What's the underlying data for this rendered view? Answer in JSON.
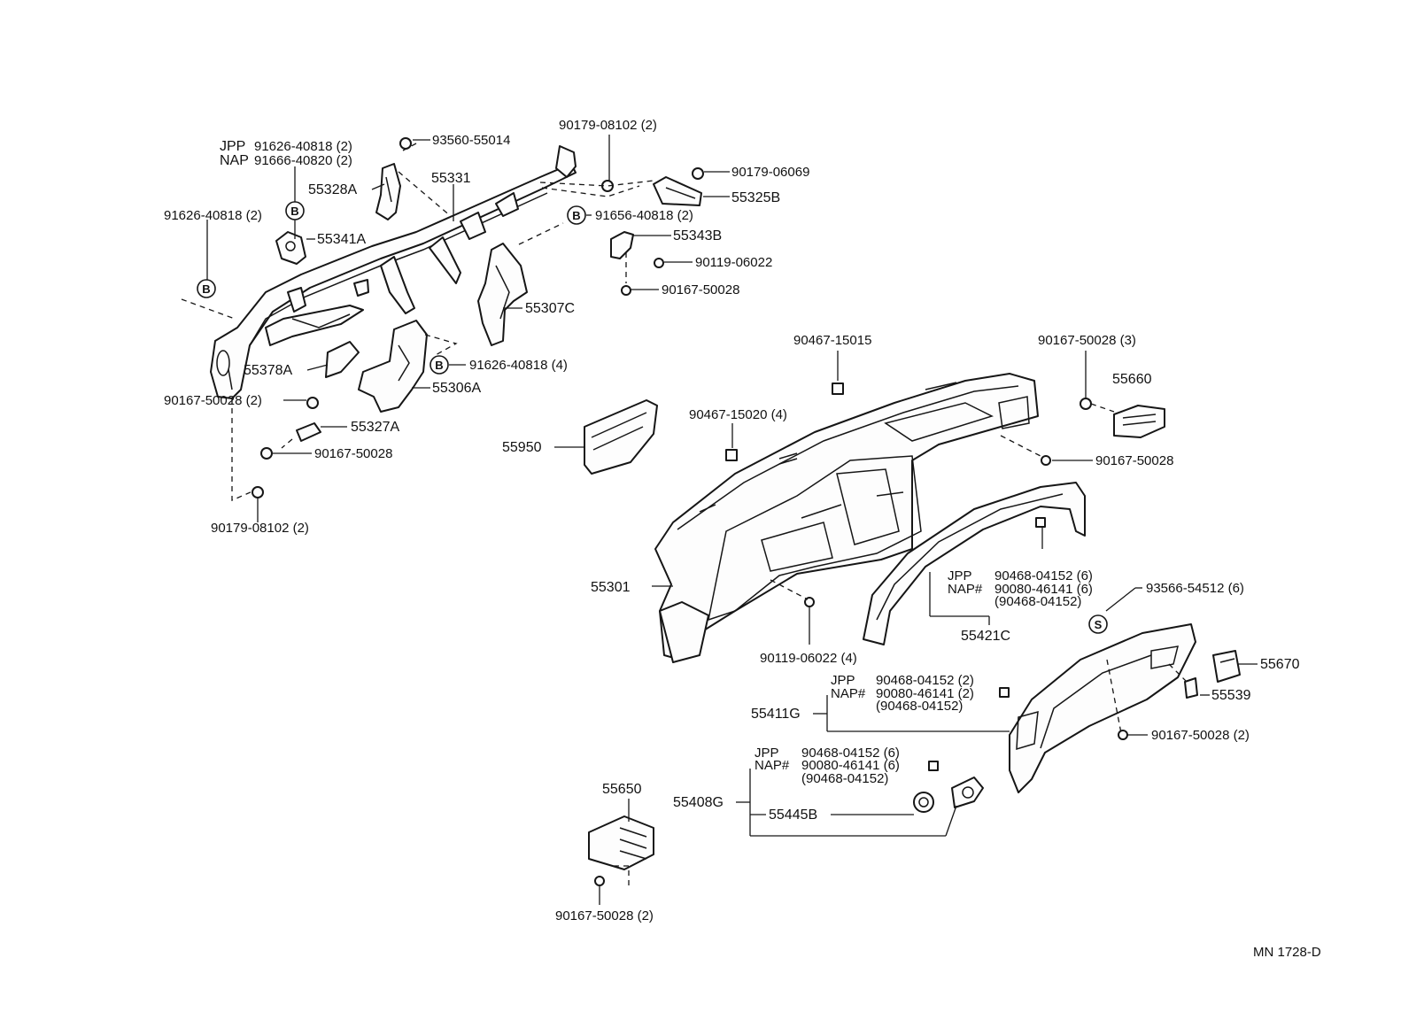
{
  "labels": {
    "p93560_55014": "93560-55014",
    "p90179_08102_top": "90179-08102 (2)",
    "jpp_tag_a": "JPP",
    "jpp_part_a": "91626-40818 (2)",
    "nap_tag_a": "NAP",
    "nap_part_a": "91666-40820 (2)",
    "p55331": "55331",
    "p55328a": "55328A",
    "p90179_06069": "90179-06069",
    "p55325b": "55325B",
    "p91626_40818_left": "91626-40818 (2)",
    "p91656_40818": "91656-40818 (2)",
    "p55341a": "55341A",
    "p55343b": "55343B",
    "p90119_06022_top": "90119-06022",
    "p90167_50028_top": "90167-50028",
    "p55307c": "55307C",
    "p90467_15015": "90467-15015",
    "p90167_50028_3": "90167-50028 (3)",
    "p55378a": "55378A",
    "p91626_40818_4": "91626-40818 (4)",
    "p55306a": "55306A",
    "p90167_50028_2_left": "90167-50028 (2)",
    "p55660": "55660",
    "p90467_15020": "90467-15020 (4)",
    "p55327a": "55327A",
    "p55950": "55950",
    "p90167_50028_right": "90167-50028",
    "p90167_50028_left2": "90167-50028",
    "p90179_08102_bottom": "90179-08102 (2)",
    "jpp_tag_b": "JPP",
    "jpp_part_b": "90468-04152 (6)",
    "nap_tag_b": "NAP#",
    "nap_part_b": "90080-46141 (6)",
    "alt_part_b": "(90468-04152)",
    "p93566_54512": "93566-54512 (6)",
    "p55301": "55301",
    "p55421c": "55421C",
    "p90119_06022_4": "90119-06022 (4)",
    "p55670": "55670",
    "jpp_tag_c": "JPP",
    "jpp_part_c": "90468-04152 (2)",
    "nap_tag_c": "NAP#",
    "nap_part_c": "90080-46141 (2)",
    "alt_part_c": "(90468-04152)",
    "p55539": "55539",
    "p55411g": "55411G",
    "p90167_50028_2_right": "90167-50028 (2)",
    "jpp_tag_d": "JPP",
    "jpp_part_d": "90468-04152 (6)",
    "nap_tag_d": "NAP#",
    "nap_part_d": "90080-46141 (6)",
    "alt_part_d": "(90468-04152)",
    "p55650": "55650",
    "p55408g": "55408G",
    "p55445b": "55445B",
    "p90167_50028_2_bottom": "90167-50028 (2)",
    "code": "MN 1728-D",
    "marker_b": "B",
    "marker_s": "S"
  }
}
